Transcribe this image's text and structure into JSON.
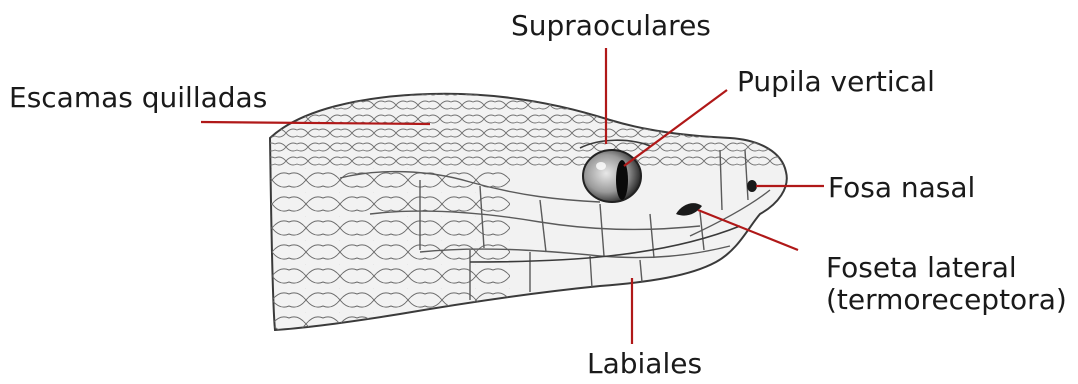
{
  "labels": {
    "supraoculares": "Supraoculares",
    "pupila_vertical": "Pupila vertical",
    "escamas_quilladas": "Escamas quilladas",
    "fosa_nasal": "Fosa nasal",
    "foseta_lateral_line1": "Foseta lateral",
    "foseta_lateral_line2": "(termoreceptora)",
    "labiales": "Labiales"
  },
  "colors": {
    "leader_line": "#b01818",
    "outline": "#3a3a3a",
    "head_fill": "#f2f2f2"
  }
}
